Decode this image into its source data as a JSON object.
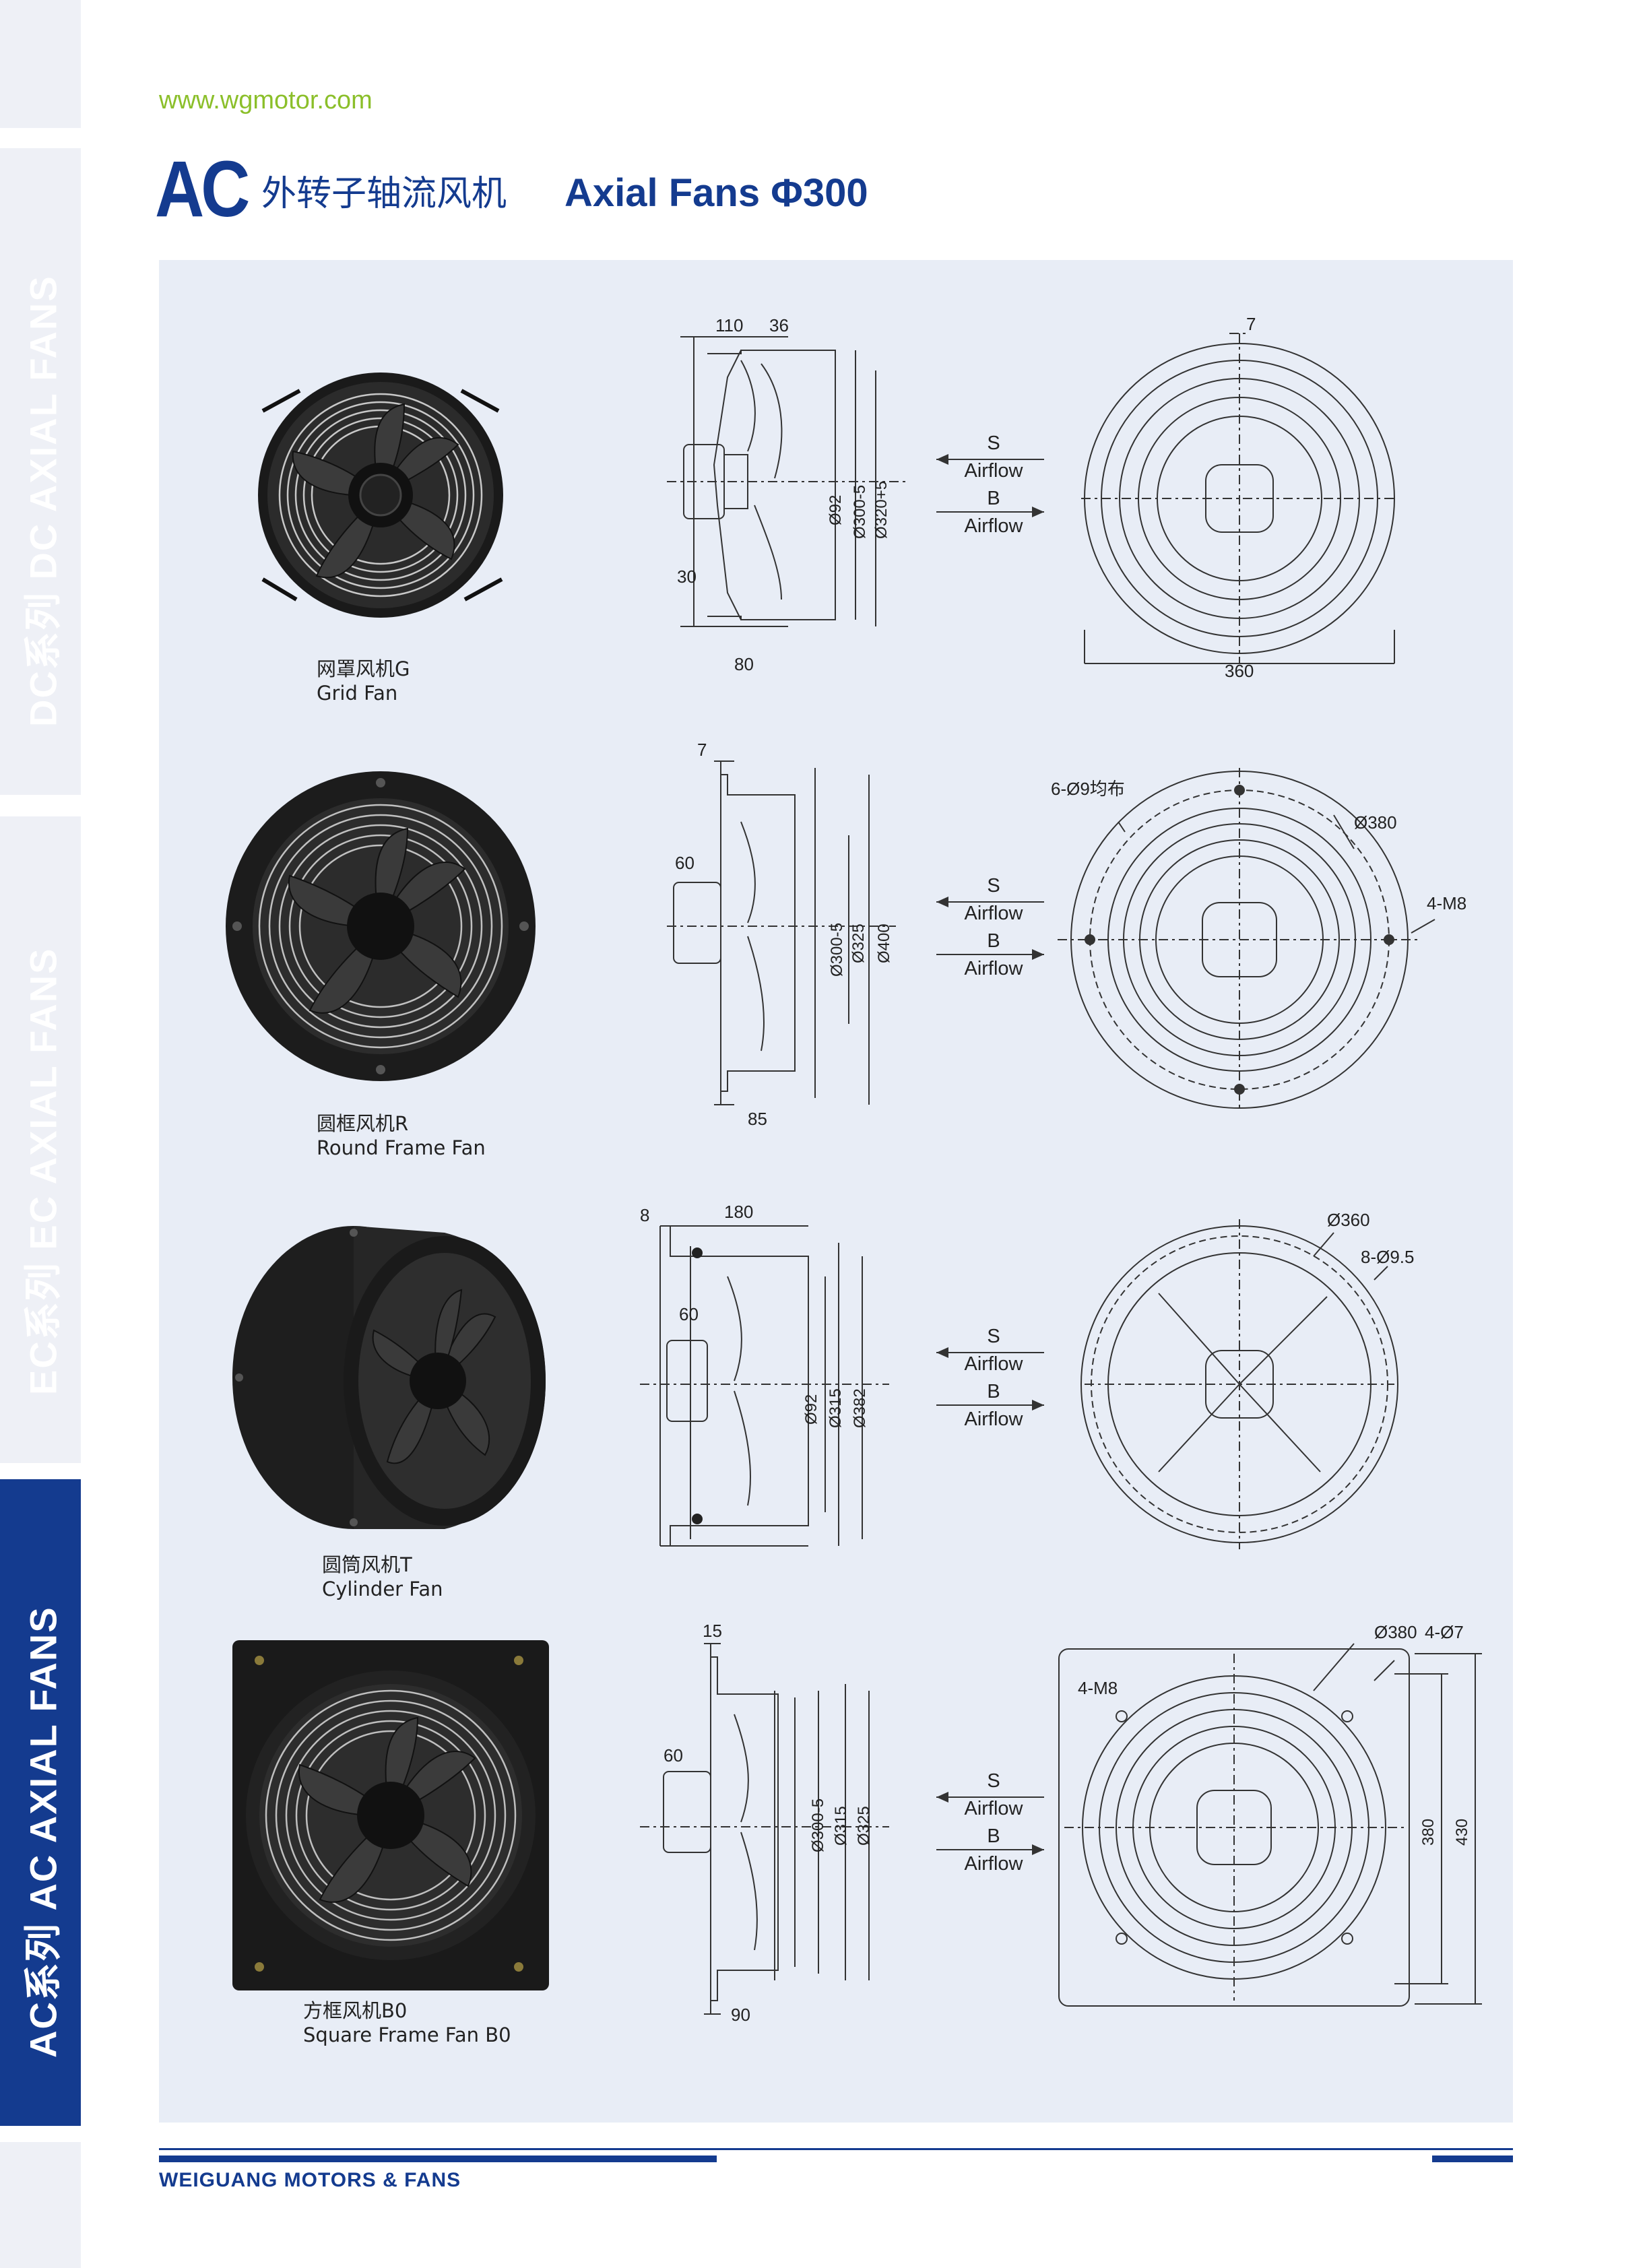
{
  "side_tabs": [
    {
      "label": "DC系列  DC AXIAL FANS",
      "active": false
    },
    {
      "label": "EC系列  EC AXIAL FANS",
      "active": false
    },
    {
      "label": "AC系列  AC AXIAL FANS",
      "active": true
    }
  ],
  "header": {
    "url": "www.wgmotor.com",
    "logo": "AC",
    "title_cn": "外转子轴流风机",
    "title_en": "Axial Fans Φ300"
  },
  "airflow": {
    "s": "S",
    "airflow": "Airflow",
    "b": "B"
  },
  "fans": [
    {
      "name_cn": "网罩风机G",
      "name_en": "Grid Fan",
      "dims": {
        "top1": "110",
        "top2": "36",
        "left": "30",
        "bottom": "80",
        "d1": "Ø92",
        "d2": "Ø300-5",
        "d3": "Ø320+5",
        "front_top": "7",
        "front_bottom": "360"
      }
    },
    {
      "name_cn": "圆框风机R",
      "name_en": "Round Frame Fan",
      "dims": {
        "top1": "7",
        "left": "60",
        "bottom": "85",
        "d1": "Ø300-5",
        "d2": "Ø325",
        "d3": "Ø400",
        "holes": "6-Ø9均布",
        "circle": "Ø380",
        "screws": "4-M8"
      }
    },
    {
      "name_cn": "圆筒风机T",
      "name_en": "Cylinder Fan",
      "dims": {
        "top0": "8",
        "top1": "180",
        "left": "60",
        "d1": "Ø92",
        "d2": "Ø315",
        "d3": "Ø382",
        "circle": "Ø360",
        "holes": "8-Ø9.5"
      }
    },
    {
      "name_cn": "方框风机B0",
      "name_en": "Square Frame Fan B0",
      "dims": {
        "top1": "15",
        "left": "60",
        "bottom": "90",
        "d1": "Ø300-5",
        "d2": "Ø315",
        "d3": "Ø325",
        "circle": "Ø380",
        "holes": "4-Ø7",
        "screws": "4-M8",
        "h1": "380",
        "h2": "430"
      }
    }
  ],
  "footer": {
    "brand": "WEIGUANG MOTORS & FANS"
  },
  "colors": {
    "brand_blue": "#143b8f",
    "url_green": "#8bbf2a",
    "panel_bg": "#e8edf6",
    "tab_bg": "#eef0f6"
  }
}
